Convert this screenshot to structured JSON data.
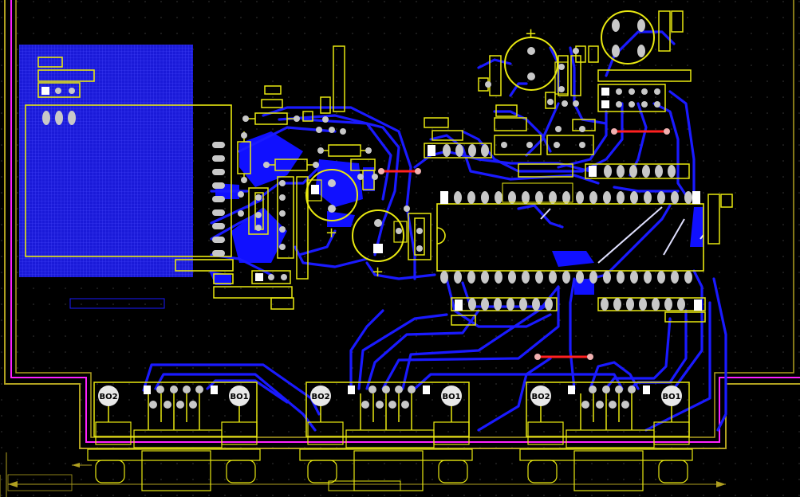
{
  "board": {
    "background": "#000000",
    "outline_color": "#b0a020",
    "keepout_color": "#ff20ff",
    "top_copper_color": "#1010ff",
    "silkscreen_color": "#e8e810",
    "pad_color": "#c8c8c8",
    "via_color": "#c8c8c8",
    "jumper_color": "#ff2020"
  },
  "connectors": [
    {
      "left_label": "BO2",
      "right_label": "BO1"
    },
    {
      "left_label": "BO2",
      "right_label": "BO1"
    },
    {
      "left_label": "BO2",
      "right_label": "BO1"
    }
  ],
  "capacitor_polarity_mark": "+"
}
